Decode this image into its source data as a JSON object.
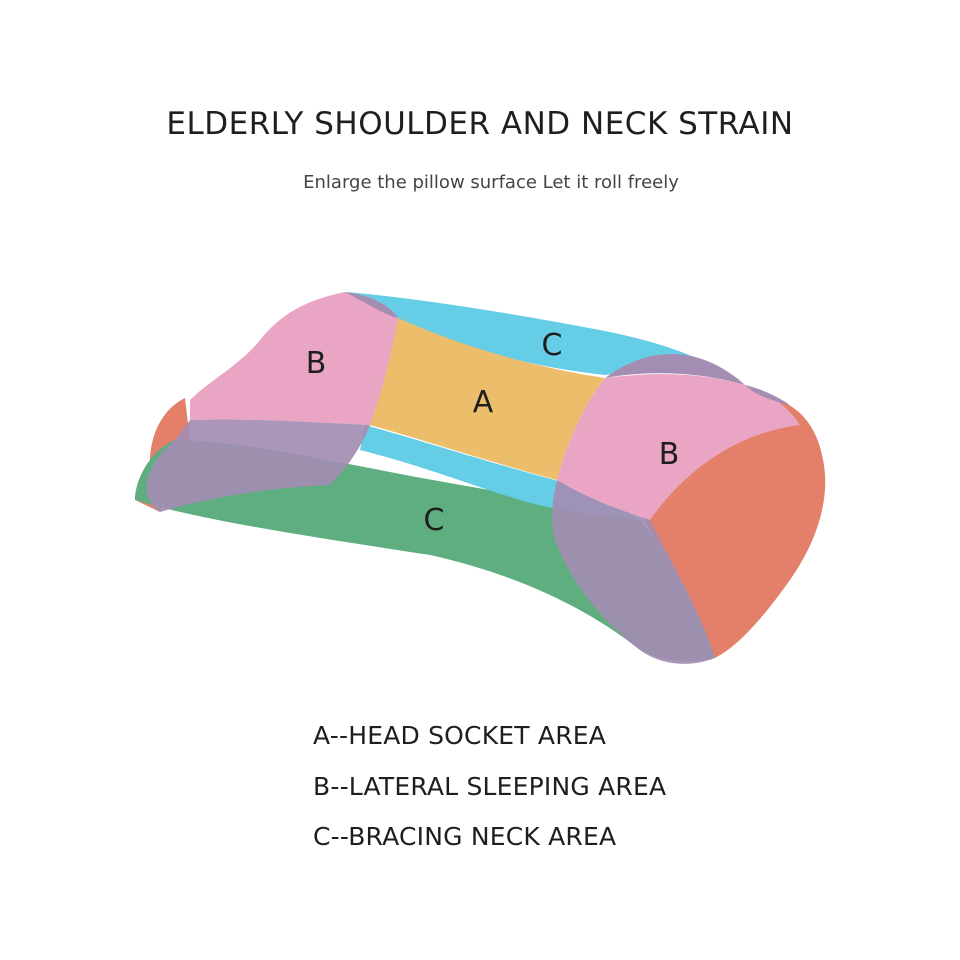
{
  "title": "ELDERLY SHOULDER AND NECK STRAIN",
  "subtitle": "Enlarge the pillow surface Let it roll freely",
  "zones": {
    "head_socket_label": "A",
    "lateral_label": "B",
    "bracing_label": "C"
  },
  "legend": [
    "A--HEAD SOCKET AREA",
    "B--LATERAL SLEEPING AREA",
    "C--BRACING NECK AREA"
  ],
  "colors": {
    "head_socket": "#ecbe6c",
    "lateral": "#eaa4c4",
    "bracing_top": "#66cde6",
    "bracing_front": "#5fae80",
    "end_face": "#e4806a",
    "overlap": "#a38db3"
  }
}
